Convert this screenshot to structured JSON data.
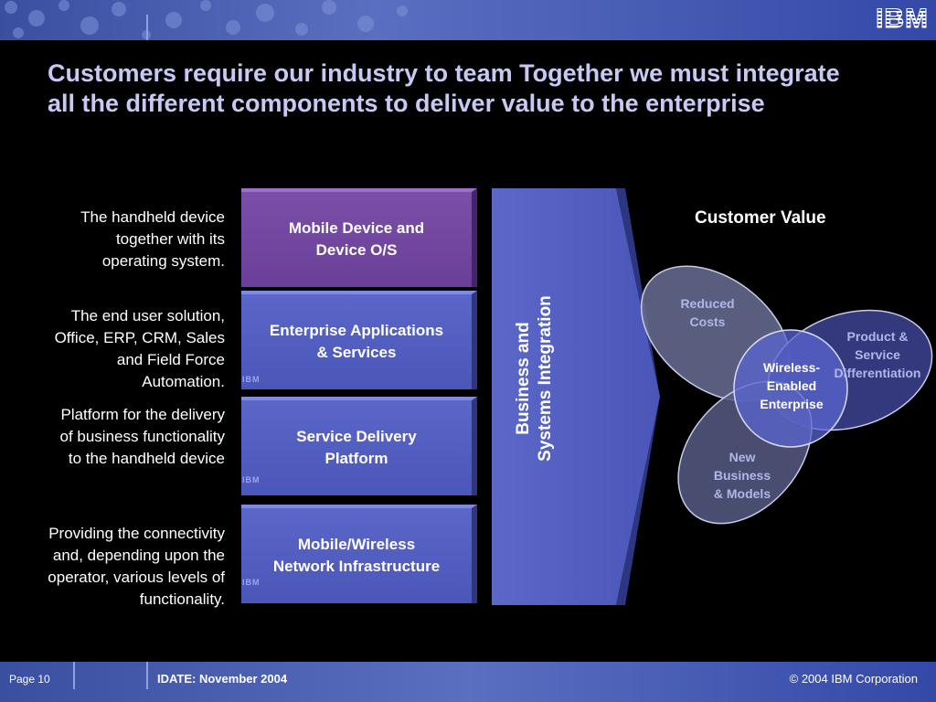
{
  "header": {
    "logo": "IBM"
  },
  "title": "Customers require our industry to team Together we must integrate all the different components to deliver value to the enterprise",
  "descriptions": [
    "The handheld device\ntogether with its\noperating system.",
    "The end user solution,\nOffice, ERP, CRM, Sales \nand Field Force \nAutomation.",
    "Platform for the delivery\nof business functionality\nto the handheld device",
    "Providing the connectivity\nand, depending upon the \noperator, various levels of\nfunctionality."
  ],
  "blocks": [
    "Mobile Device and\nDevice O/S",
    "Enterprise Applications\n& Services",
    "Service Delivery\nPlatform",
    "Mobile/Wireless\nNetwork Infrastructure"
  ],
  "mini_logo": "IBM",
  "integration": "Business and\nSystems Integration",
  "customer_value": {
    "title": "Customer Value",
    "reduced_costs": "Reduced\nCosts",
    "product_service": "Product &\nService\nDifferentiation",
    "wireless_enabled": "Wireless-\nEnabled\nEnterprise",
    "new_business": "New\nBusiness\n& Models"
  },
  "footer": {
    "page": "Page 10",
    "event": "IDATE: November 2004",
    "copyright": "© 2004 IBM Corporation"
  }
}
